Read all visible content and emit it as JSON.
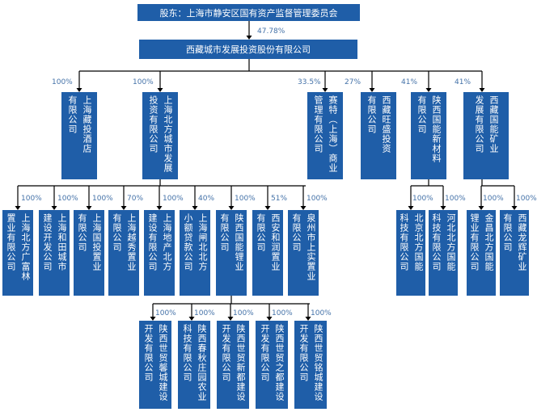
{
  "shareholder": {
    "name": "股东：上海市静安区国有资产监督管理委员会",
    "pct": "47.78%"
  },
  "root": {
    "name": "西藏城市发展投资股份有限公司"
  },
  "level1": [
    {
      "pct": "100%",
      "cols": [
        "上海藏投酒店",
        "有限公司"
      ]
    },
    {
      "pct": "100%",
      "cols": [
        "上海北方城市发展",
        "投资有限公司"
      ]
    },
    {
      "pct": "33.5%",
      "cols": [
        "赛特（上海）商业",
        "管理有限公司"
      ]
    },
    {
      "pct": "27%",
      "cols": [
        "西藏旺盛投资",
        "有限公司"
      ]
    },
    {
      "pct": "41%",
      "cols": [
        "陕西国能新材料",
        "有限公司"
      ]
    },
    {
      "pct": "41%",
      "cols": [
        "西藏国能矿业",
        "发展有限公司"
      ]
    }
  ],
  "level2a": [
    {
      "pct": "100%",
      "cols": [
        "上海北方广富林",
        "置业有限公司"
      ]
    },
    {
      "pct": "100%",
      "cols": [
        "上海和田城市",
        "建设开发公司"
      ]
    },
    {
      "pct": "100%",
      "cols": [
        "上海国投置业",
        "有限公司"
      ]
    },
    {
      "pct": "70%",
      "cols": [
        "上海越秀置业",
        "有限公司"
      ]
    },
    {
      "pct": "100%",
      "cols": [
        "上海地产北方",
        "建设有限公司"
      ]
    },
    {
      "pct": "40%",
      "cols": [
        "上海闸北北方",
        "小额贷款公司"
      ]
    },
    {
      "pct": "100%",
      "cols": [
        "陕西国能锂业",
        "有限公司"
      ]
    },
    {
      "pct": "51%",
      "cols": [
        "西安和润置业",
        "有限公司"
      ]
    },
    {
      "pct": "100%",
      "cols": [
        "泉州市上实置业",
        "有限公司"
      ]
    }
  ],
  "level2b": [
    {
      "pct": "100%",
      "cols": [
        "北京北方国能",
        "科技有限公司"
      ]
    },
    {
      "pct": "100%",
      "cols": [
        "河北北方国能",
        "科技有限公司"
      ]
    },
    {
      "pct": "100%",
      "cols": [
        "金昌北方国能",
        "锂业有限公司"
      ]
    },
    {
      "pct": "100%",
      "cols": [
        "西藏龙辉矿业",
        "有限公司"
      ]
    }
  ],
  "level3": [
    {
      "pct": "100%",
      "cols": [
        "陕西世贸馨城建设",
        "开发有限公司"
      ]
    },
    {
      "pct": "100%",
      "cols": [
        "陕西春秋庄园农业",
        "科技有限公司"
      ]
    },
    {
      "pct": "100%",
      "cols": [
        "陕西世贸新都建设",
        "开发有限公司"
      ]
    },
    {
      "pct": "100%",
      "cols": [
        "陕西世贸之都建设",
        "开发有限公司"
      ]
    },
    {
      "pct": "100%",
      "cols": [
        "陕西世贸铭城建设",
        "开发有限公司"
      ]
    }
  ],
  "colors": {
    "box": "#1f5ea8",
    "line": "#000000",
    "pct": "#4472a8"
  }
}
